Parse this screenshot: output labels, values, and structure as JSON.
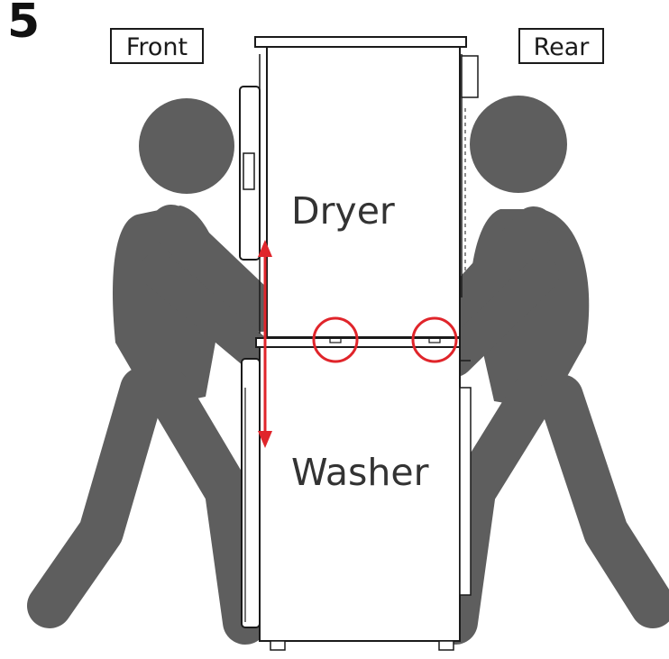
{
  "step": {
    "number": "5"
  },
  "labels": {
    "front": "Front",
    "rear": "Rear",
    "dryer": "Dryer",
    "washer": "Washer"
  },
  "colors": {
    "person": "#5e5e5e",
    "outline": "#1a1a1a",
    "highlight": "#e0252b",
    "background": "#ffffff"
  },
  "icons": {
    "front_person": "person-silhouette-icon",
    "rear_person": "person-silhouette-icon",
    "highlight_marker": "circle-highlight-icon",
    "motion_arrow": "double-arrow-icon"
  }
}
